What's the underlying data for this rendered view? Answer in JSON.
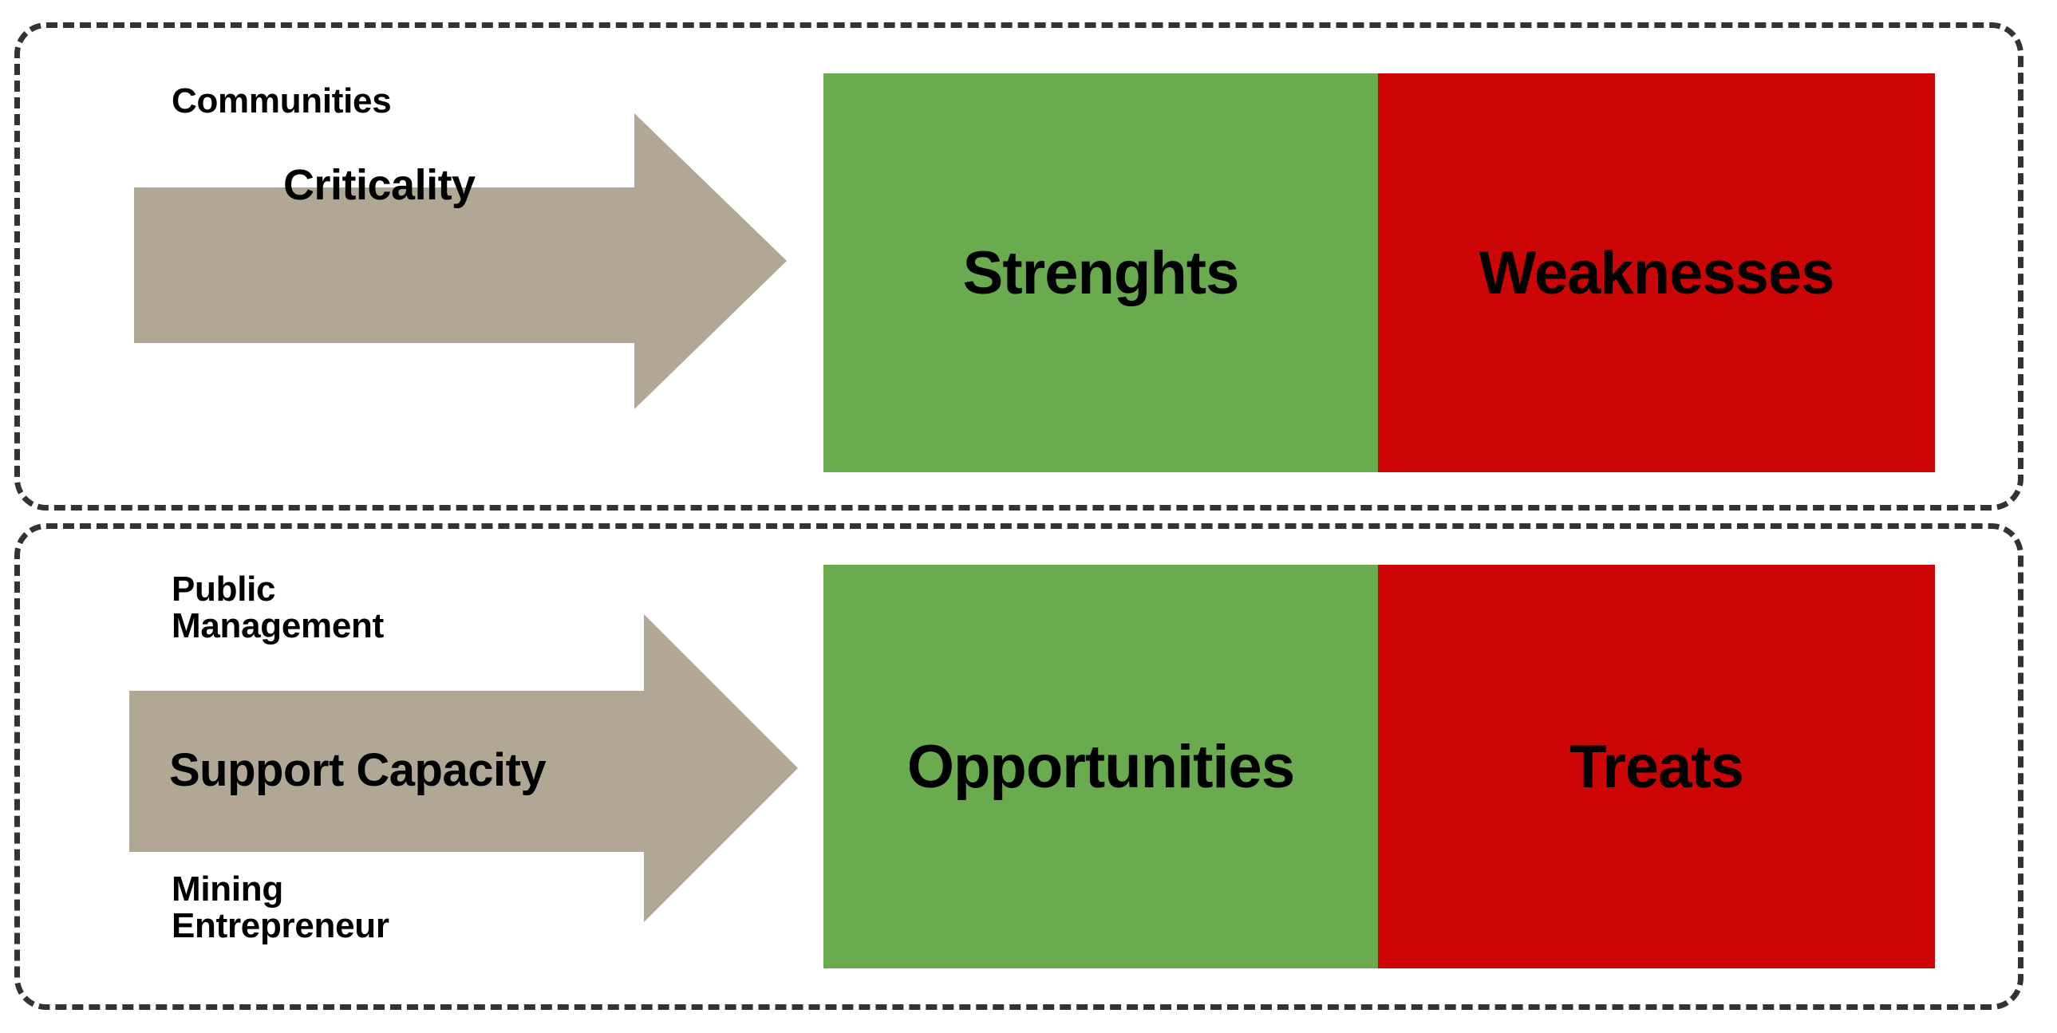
{
  "diagram": {
    "type": "swot-matrix",
    "colors": {
      "positive": "#6AAB4F",
      "negative": "#CC0606",
      "arrow": "#B0A894",
      "panel_border": "#333333",
      "text": "#000000",
      "background": "#FFFFFF"
    },
    "rows": [
      {
        "id": "row-criticality",
        "side_labels": [
          {
            "id": "communities",
            "text": "Communities",
            "position": "above-arrow"
          }
        ],
        "arrow": {
          "id": "criticality-arrow",
          "label": "Criticality",
          "direction": "right"
        },
        "cells": [
          {
            "id": "strengths",
            "label": "Strenghts",
            "polarity": "positive",
            "color": "#6AAB4F"
          },
          {
            "id": "weaknesses",
            "label": "Weaknesses",
            "polarity": "negative",
            "color": "#CC0606"
          }
        ]
      },
      {
        "id": "row-support-capacity",
        "side_labels": [
          {
            "id": "public-management",
            "text": "Public\nManagement",
            "position": "above-arrow"
          },
          {
            "id": "mining-entrepreneur",
            "text": "Mining\nEntrepreneur",
            "position": "below-arrow"
          }
        ],
        "arrow": {
          "id": "support-capacity-arrow",
          "label": "Support Capacity",
          "direction": "right"
        },
        "cells": [
          {
            "id": "opportunities",
            "label": "Opportunities",
            "polarity": "positive",
            "color": "#6AAB4F"
          },
          {
            "id": "treats",
            "label": "Treats",
            "polarity": "negative",
            "color": "#CC0606"
          }
        ]
      }
    ]
  }
}
